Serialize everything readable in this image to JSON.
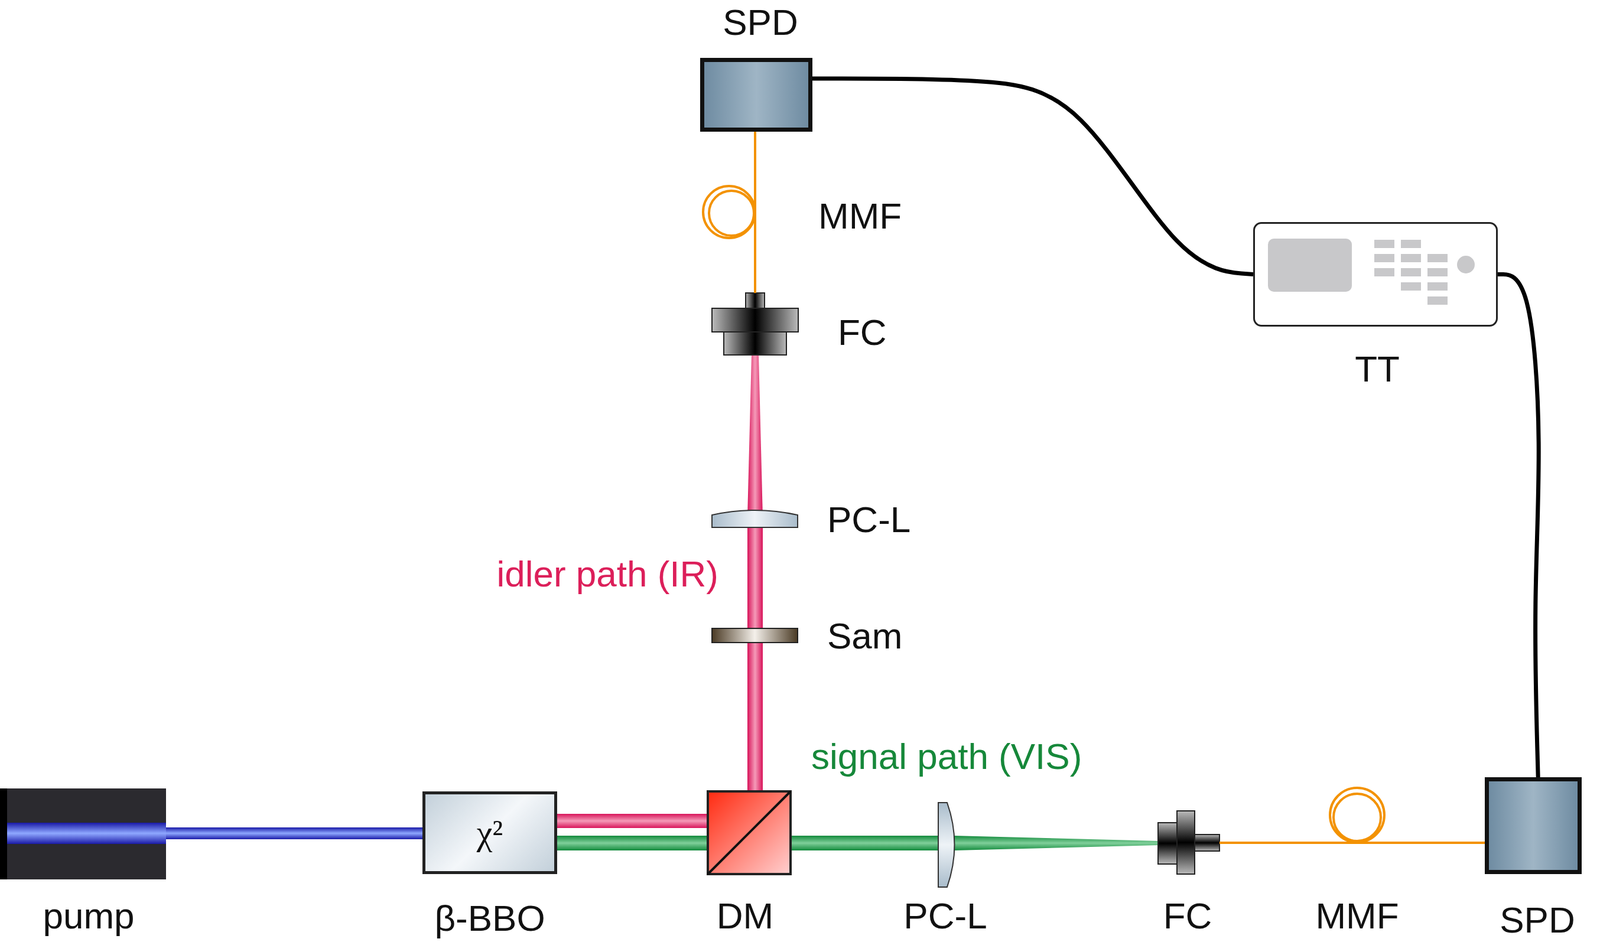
{
  "diagram": {
    "nodes": [
      {
        "text": [
          "SPD"
        ]
      },
      {
        "text": [
          "TT"
        ]
      },
      {
        "text": [
          "SPD"
        ]
      },
      {
        "text": [
          "χ²",
          "β-BBO"
        ]
      }
    ],
    "edges": [
      {
        "from": 0,
        "to": 1,
        "arrow": "none"
      },
      {
        "from": 1,
        "to": 2,
        "arrow": "none"
      }
    ],
    "labels": [
      "MMF",
      "FC",
      "PC-L",
      "idler path (IR)",
      "Sam",
      "signal path (VIS)",
      "pump",
      "DM",
      "PC-L",
      "FC",
      "MMF"
    ]
  }
}
